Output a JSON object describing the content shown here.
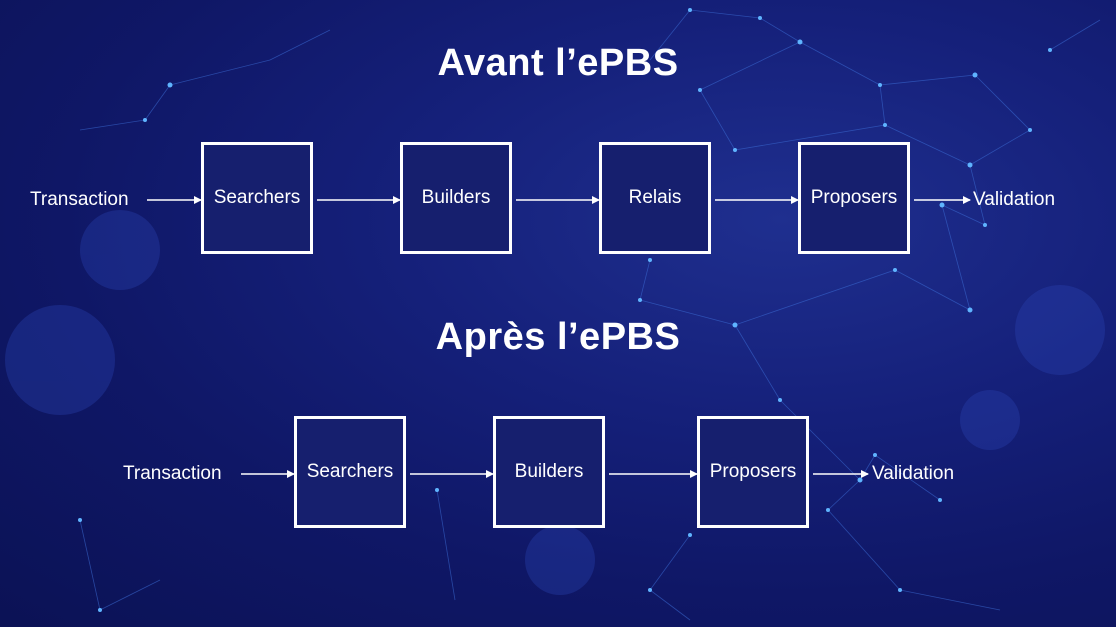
{
  "before": {
    "title": "Avant l’ePBS",
    "start": "Transaction",
    "steps": [
      "Searchers",
      "Builders",
      "Relais",
      "Proposers"
    ],
    "end": "Validation"
  },
  "after": {
    "title": "Après l’ePBS",
    "start": "Transaction",
    "steps": [
      "Searchers",
      "Builders",
      "Proposers"
    ],
    "end": "Validation"
  },
  "colors": {
    "background": "#15207a",
    "box_fill": "#161f6e",
    "stroke": "#ffffff",
    "network_nodes": "#5fb4ff"
  }
}
